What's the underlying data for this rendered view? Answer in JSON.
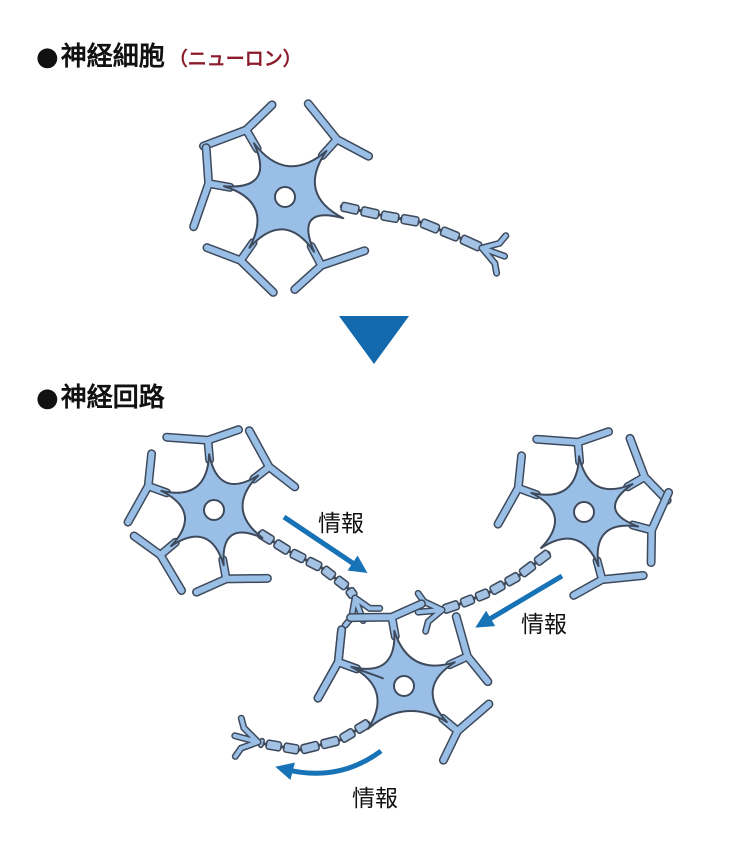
{
  "section1": {
    "bullet": "●",
    "title": "神経細胞",
    "subtitle": "（ニューロン）"
  },
  "section2": {
    "bullet": "●",
    "title": "神経回路"
  },
  "flow_labels": [
    "情報",
    "情報",
    "情報"
  ],
  "colors": {
    "cell_fill": "#9abfe6",
    "cell_stroke": "#3e4a5c",
    "myelin_fill": "#a3c2e4",
    "arrow": "#1872b6",
    "triangle": "#1468ac",
    "subtitle": "#8b1a2a",
    "text": "#111111"
  },
  "icons": [
    "neuron-icon",
    "down-triangle-icon",
    "arrow-icon"
  ]
}
